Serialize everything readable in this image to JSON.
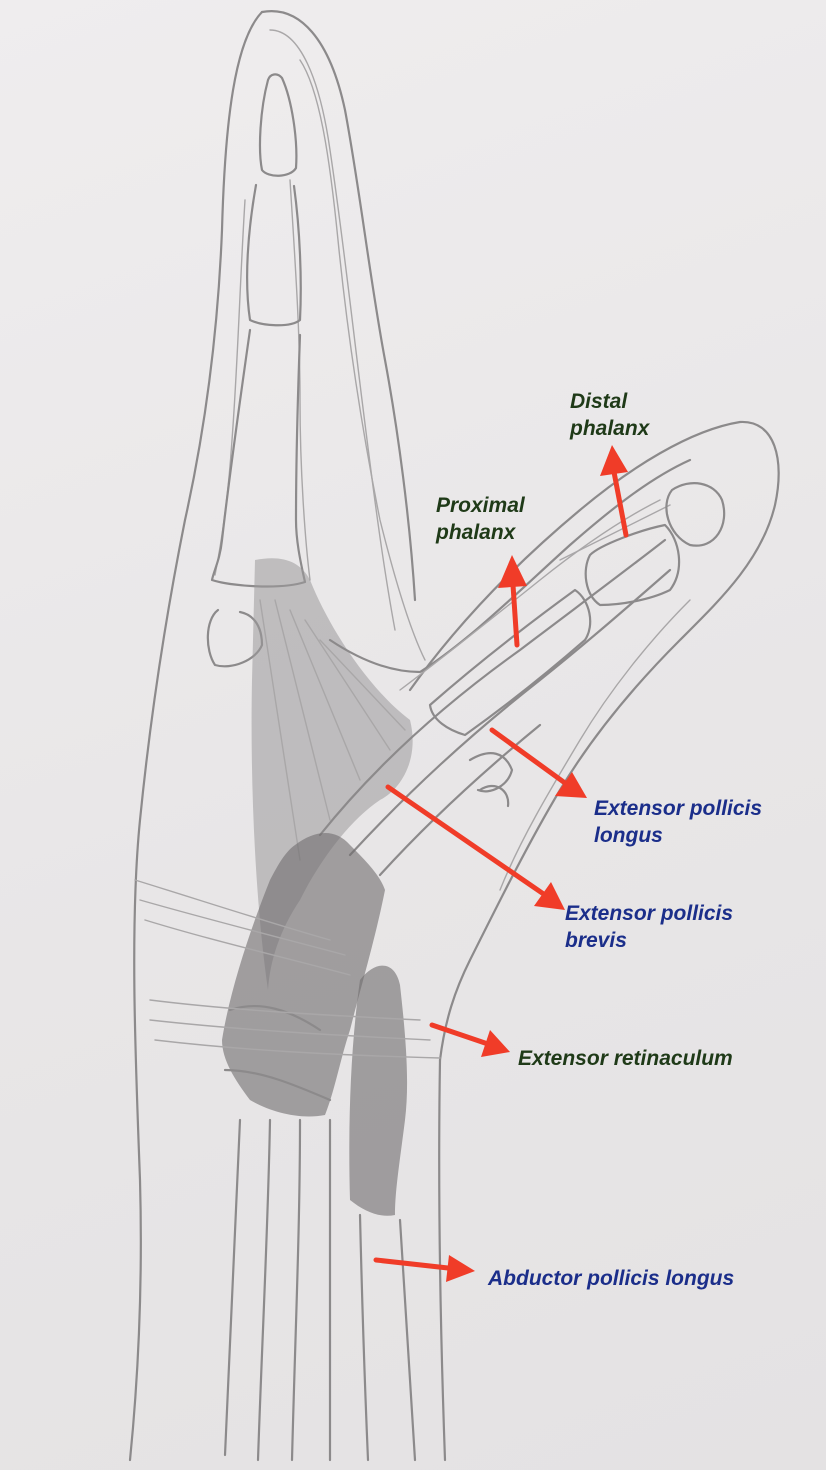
{
  "colors": {
    "arrow": "#f03c28",
    "bone_label": "#1f3a18",
    "muscle_label": "#1b2e8a",
    "pencil": "#8c8a8b"
  },
  "labels": {
    "distal_phalanx": "Distal\nphalanx",
    "proximal_phalanx": "Proximal\nphalanx",
    "extensor_pollicis_longus": "Extensor pollicis\nlongus",
    "extensor_pollicis_brevis": "Extensor pollicis\nbrevis",
    "extensor_retinaculum": "Extensor retinaculum",
    "abductor_pollicis_longus": "Abductor pollicis longus"
  }
}
